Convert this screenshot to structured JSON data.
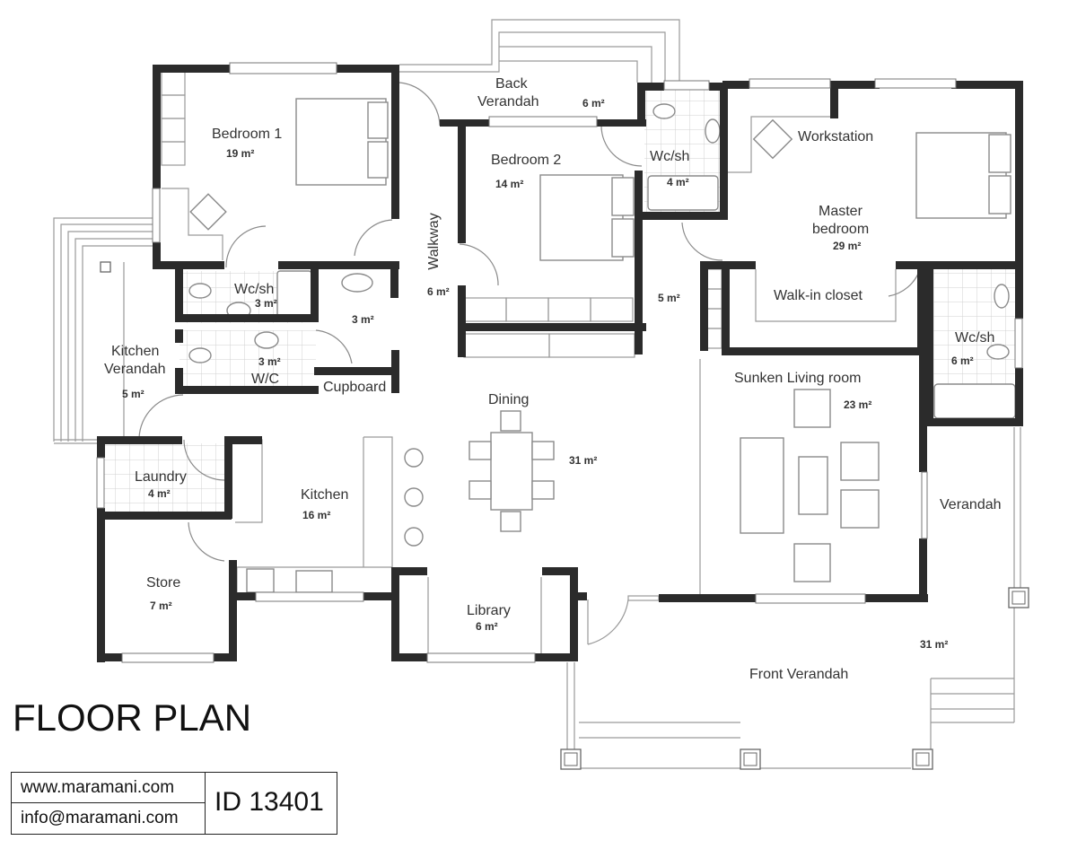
{
  "title": "FLOOR PLAN",
  "footer": {
    "website": "www.maramani.com",
    "email": "info@maramani.com",
    "plan_id": "ID 13401"
  },
  "rooms": {
    "bedroom1": {
      "label": "Bedroom 1",
      "area": "19 m²"
    },
    "back_verandah": {
      "label_line1": "Back",
      "label_line2": "Verandah",
      "area": "6 m²"
    },
    "bedroom2": {
      "label": "Bedroom 2",
      "area": "14 m²"
    },
    "wcsh_bed2": {
      "label": "Wc/sh",
      "area": "4 m²"
    },
    "workstation": {
      "label": "Workstation"
    },
    "master_bedroom": {
      "label_line1": "Master",
      "label_line2": "bedroom",
      "area": "29 m²"
    },
    "walkway": {
      "label": "Walkway",
      "area": "6 m²"
    },
    "hall": {
      "area": "5 m²"
    },
    "walk_in_closet": {
      "label": "Walk-in closet"
    },
    "wcsh_master": {
      "label": "Wc/sh",
      "area": "6 m²"
    },
    "wcsh_bed1": {
      "label": "Wc/sh",
      "area": "3 m²"
    },
    "basin_area": {
      "area": "3 m²"
    },
    "wc": {
      "label": "W/C",
      "area": "3 m²"
    },
    "cupboard": {
      "label": "Cupboard"
    },
    "kitchen_verandah": {
      "label_line1": "Kitchen",
      "label_line2": "Verandah",
      "area": "5 m²"
    },
    "dining": {
      "label": "Dining",
      "area": "31 m²"
    },
    "sunken_living": {
      "label": "Sunken Living room",
      "area": "23 m²"
    },
    "laundry": {
      "label": "Laundry",
      "area": "4 m²"
    },
    "kitchen": {
      "label": "Kitchen",
      "area": "16 m²"
    },
    "verandah_side": {
      "label": "Verandah"
    },
    "store": {
      "label": "Store",
      "area": "7 m²"
    },
    "library": {
      "label": "Library",
      "area": "6 m²"
    },
    "front_verandah": {
      "label": "Front Verandah",
      "area": "31 m²"
    }
  },
  "colors": {
    "wall": "#2b2b2b",
    "thin_line": "#8a8a8a",
    "tile": "#d6d6d6"
  }
}
